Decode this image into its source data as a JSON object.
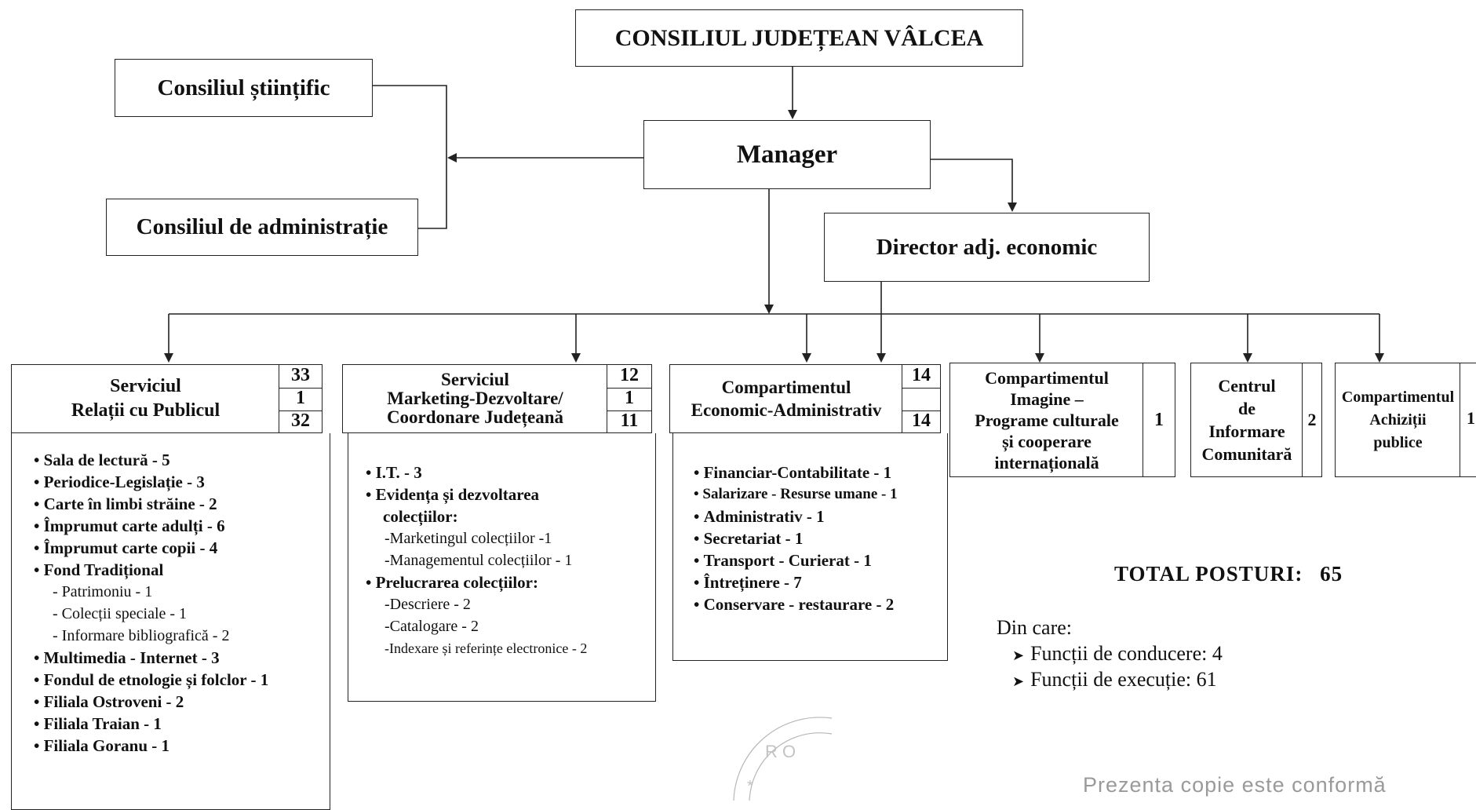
{
  "top": {
    "council": "CONSILIUL JUDEȚEAN VÂLCEA",
    "scientific": "Consiliul științific",
    "administration": "Consiliul de administrație",
    "manager": "Manager",
    "deputy": "Director adj. economic"
  },
  "departments": [
    {
      "title": "Serviciul\nRelații cu Publicul",
      "numbers": [
        "33",
        "1",
        "32"
      ],
      "items": [
        {
          "text": "Sala de lectură - 5",
          "level": 0
        },
        {
          "text": "Periodice-Legislație - 3",
          "level": 0
        },
        {
          "text": "Carte în limbi străine - 2",
          "level": 0
        },
        {
          "text": "Împrumut carte adulți - 6",
          "level": 0
        },
        {
          "text": "Împrumut carte copii - 4",
          "level": 0
        },
        {
          "text": "Fond Tradițional",
          "level": 0
        },
        {
          "text": "- Patrimoniu - 1",
          "level": 1
        },
        {
          "text": "- Colecții speciale - 1",
          "level": 1
        },
        {
          "text": "- Informare bibliografică - 2",
          "level": 1
        },
        {
          "text": "Multimedia - Internet - 3",
          "level": 0
        },
        {
          "text": "Fondul de etnologie și folclor - 1",
          "level": 0
        },
        {
          "text": "Filiala Ostroveni - 2",
          "level": 0
        },
        {
          "text": "Filiala Traian - 1",
          "level": 0
        },
        {
          "text": "Filiala Goranu - 1",
          "level": 0
        }
      ]
    },
    {
      "title": "Serviciul\nMarketing-Dezvoltare/\nCoordonare Județeană",
      "numbers": [
        "12",
        "1",
        "11"
      ],
      "items": [
        {
          "text": "I.T. - 3",
          "level": 0
        },
        {
          "text": "Evidența și dezvoltarea",
          "level": 0
        },
        {
          "text": "colecțiilor:",
          "level": 2
        },
        {
          "text": "-Marketingul colecțiilor -1",
          "level": 1
        },
        {
          "text": "-Managementul colecțiilor - 1",
          "level": 1
        },
        {
          "text": "Prelucrarea colecțiilor:",
          "level": 0
        },
        {
          "text": "-Descriere - 2",
          "level": 1
        },
        {
          "text": "-Catalogare - 2",
          "level": 1
        },
        {
          "text": "-Indexare și referințe electronice - 2",
          "level": 1
        }
      ]
    },
    {
      "title": "Compartimentul\nEconomic-Administrativ",
      "numbers": [
        "14",
        "",
        "14"
      ],
      "items": [
        {
          "text": "Financiar-Contabilitate - 1",
          "level": 0
        },
        {
          "text": "Salarizare - Resurse umane - 1",
          "level": 0
        },
        {
          "text": "Administrativ - 1",
          "level": 0
        },
        {
          "text": "Secretariat - 1",
          "level": 0
        },
        {
          "text": "Transport - Curierat - 1",
          "level": 0
        },
        {
          "text": "Întreținere - 7",
          "level": 0
        },
        {
          "text": "Conservare - restaurare - 2",
          "level": 0
        }
      ]
    },
    {
      "title": "Compartimentul\nImagine –\nPrograme culturale\nși cooperare\ninternațională",
      "numbers": [
        "1"
      ]
    },
    {
      "title": "Centrul\nde\nInformare\nComunitară",
      "numbers": [
        "2"
      ]
    },
    {
      "title": "Compartimentul\nAchiziții\npublice",
      "numbers": [
        "1"
      ]
    }
  ],
  "summary": {
    "total_label": "TOTAL  POSTURI:",
    "total_value": "65",
    "din_care": "Din care:",
    "lines": [
      "Funcții de conducere: 4",
      "Funcții de execuție: 61"
    ]
  },
  "stamp": {
    "text": "Prezenta copie este conformă"
  }
}
